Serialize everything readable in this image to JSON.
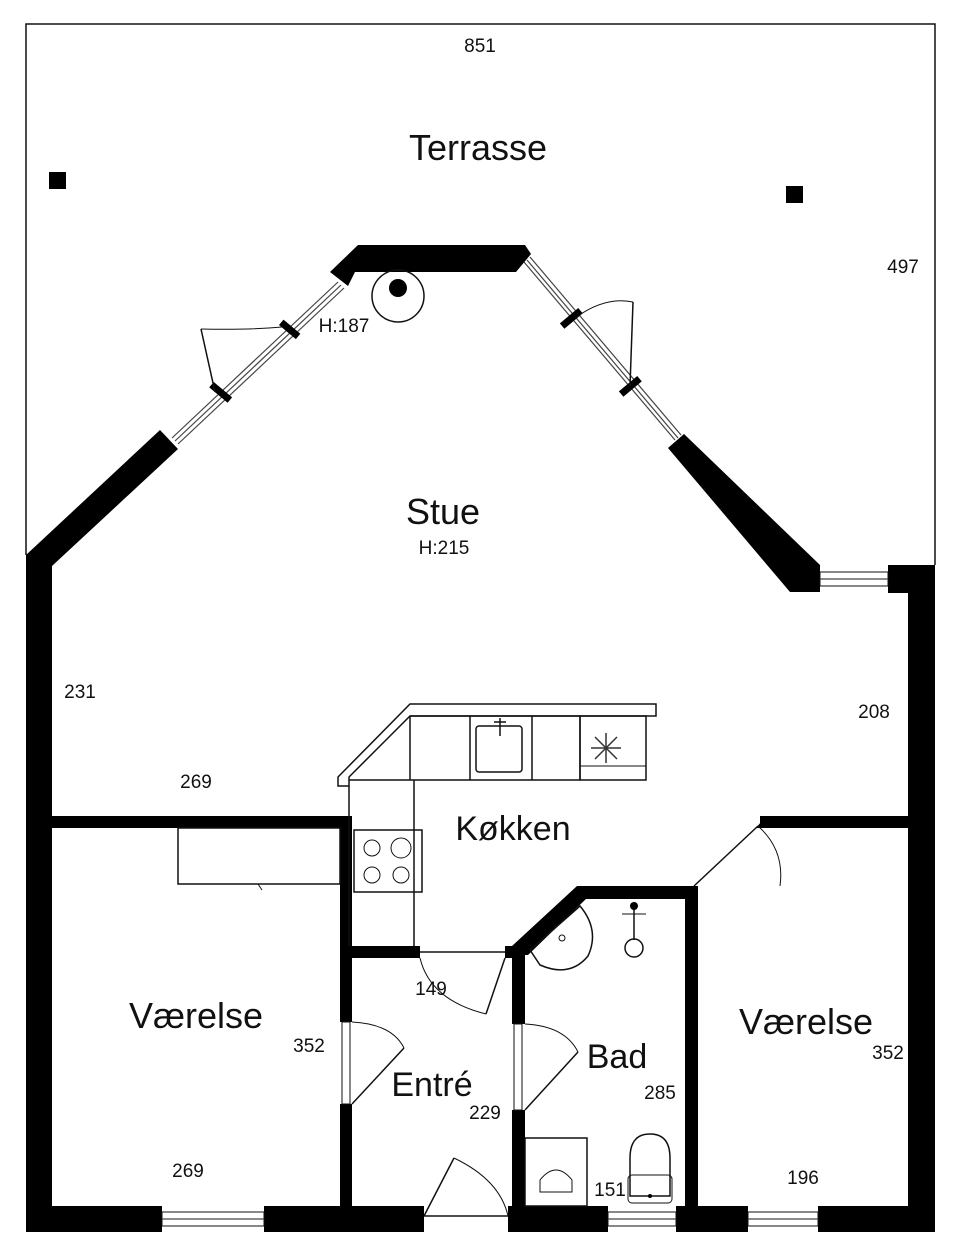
{
  "rooms": {
    "terrasse": "Terrasse",
    "stue": "Stue",
    "stue_height": "H:215",
    "bay_height": "H:187",
    "kokken": "Køkken",
    "vaerelse_left": "Værelse",
    "vaerelse_right": "Værelse",
    "entre": "Entré",
    "bad": "Bad"
  },
  "dimensions": {
    "terrasse_width": "851",
    "terrasse_depth": "497",
    "stue_left": "231",
    "stue_right": "208",
    "stue_bottom": "269",
    "vaerelse_left_height": "352",
    "vaerelse_left_width": "269",
    "entre_width": "149",
    "entre_height": "229",
    "bad_width": "151",
    "bad_height": "285",
    "vaerelse_right_height": "352",
    "vaerelse_right_width": "196"
  }
}
